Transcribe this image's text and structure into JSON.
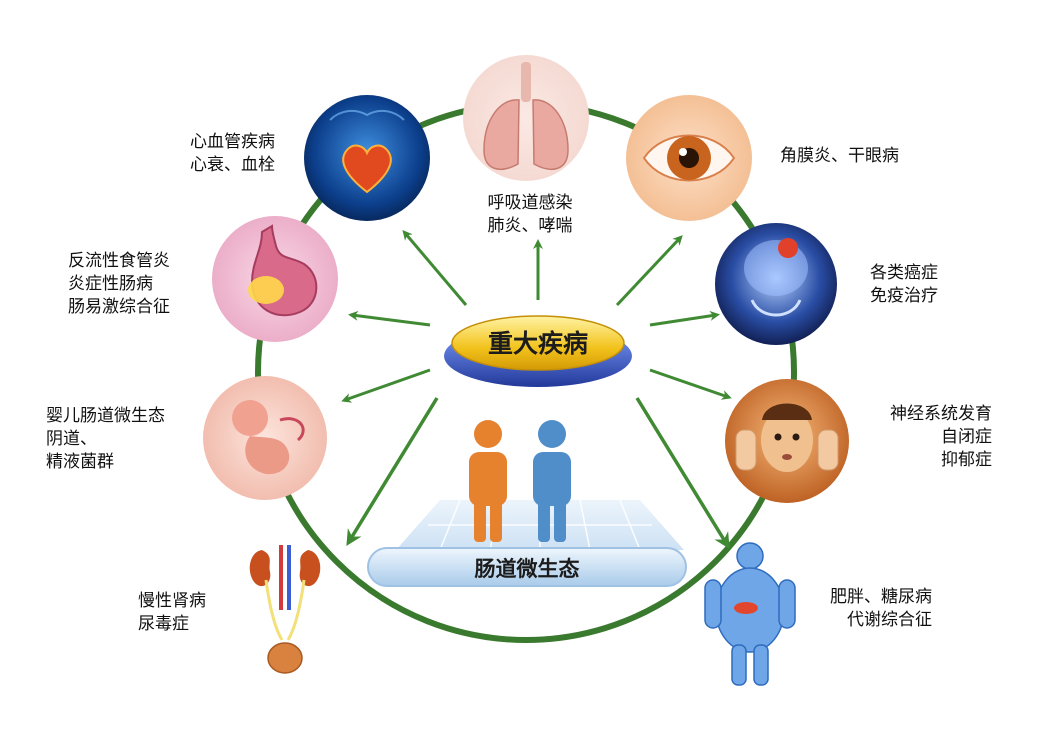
{
  "center": {
    "title": "重大疾病"
  },
  "base": {
    "title": "肠道微生态"
  },
  "colors": {
    "ring": "#3a7a2e",
    "arrow": "#3f8a33",
    "person_orange": "#e6822d",
    "person_blue": "#4f8ec9",
    "badge_gold": "#f2c21b",
    "badge_blue": "#3f67c9"
  },
  "nodes": [
    {
      "id": "heart",
      "icon": "heart-icon",
      "lines": [
        "心血管疾病",
        "心衰、血栓"
      ]
    },
    {
      "id": "lungs",
      "icon": "lungs-icon",
      "lines": [
        "呼吸道感染",
        "肺炎、哮喘"
      ]
    },
    {
      "id": "eye",
      "icon": "eye-icon",
      "lines": [
        "角膜炎、干眼病"
      ]
    },
    {
      "id": "stomach",
      "icon": "stomach-icon",
      "lines": [
        "反流性食管炎",
        "炎症性肠病",
        "肠易激综合征"
      ]
    },
    {
      "id": "brain",
      "icon": "brain-icon",
      "lines": [
        "各类癌症",
        "免疫治疗"
      ]
    },
    {
      "id": "fetus",
      "icon": "fetus-icon",
      "lines": [
        "婴儿肠道微生态",
        "阴道、",
        "精液菌群"
      ]
    },
    {
      "id": "child",
      "icon": "child-face-icon",
      "lines": [
        "神经系统发育",
        "自闭症",
        "抑郁症"
      ]
    },
    {
      "id": "kidney",
      "icon": "kidney-icon",
      "lines": [
        "慢性肾病",
        "尿毒症"
      ]
    },
    {
      "id": "obesity",
      "icon": "obese-body-icon",
      "lines": [
        "肥胖、糖尿病",
        "代谢综合征"
      ]
    }
  ]
}
